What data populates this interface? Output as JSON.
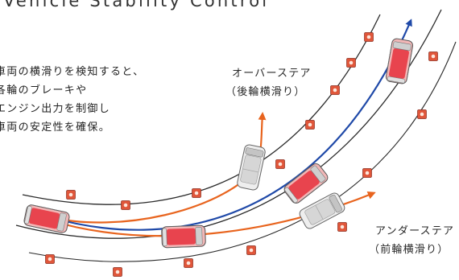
{
  "title": "Vehicle Stability Control",
  "description_lines": [
    "車両の横滑りを検知すると、",
    "各輪のブレーキや",
    "エンジン出力を制御し",
    "車両の安定性を確保。"
  ],
  "oversteer": {
    "label": "オーバーステア",
    "sublabel": "（後輪横滑り）"
  },
  "understeer": {
    "label": "アンダーステア",
    "sublabel": "（前輪横滑り）"
  },
  "colors": {
    "controlled_path": "#1f49a8",
    "skid_path": "#e8641e",
    "road_edge": "#2a2a2a",
    "controlled_car": "#e8444e",
    "skidding_car": "#d9d9d9",
    "cone": "#e0563a"
  },
  "icons": [
    "traffic-cone-icon",
    "car-icon",
    "arrow-icon"
  ]
}
